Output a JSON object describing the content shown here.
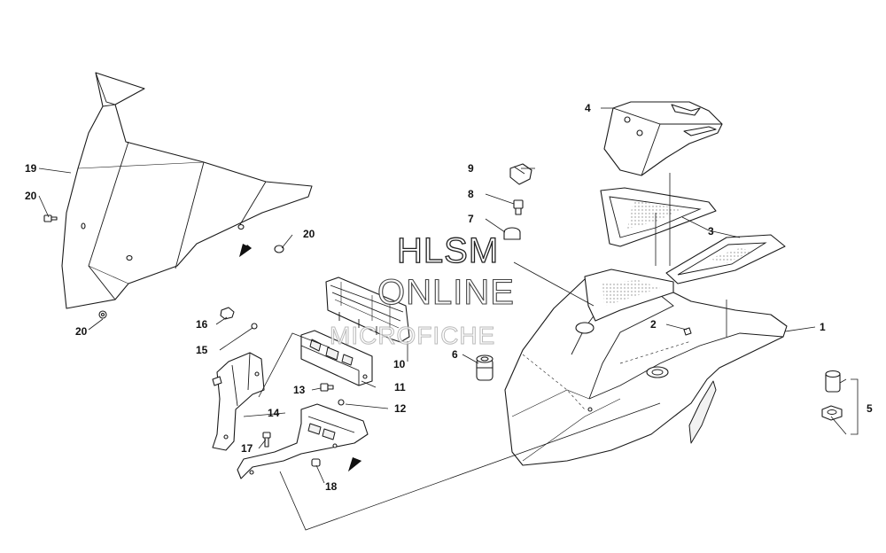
{
  "callouts": [
    {
      "id": "c1",
      "label": "1"
    },
    {
      "id": "c2",
      "label": "2"
    },
    {
      "id": "c3",
      "label": "3"
    },
    {
      "id": "c4",
      "label": "4"
    },
    {
      "id": "c5",
      "label": "5"
    },
    {
      "id": "c6",
      "label": "6"
    },
    {
      "id": "c7",
      "label": "7"
    },
    {
      "id": "c8",
      "label": "8"
    },
    {
      "id": "c9",
      "label": "9"
    },
    {
      "id": "c10",
      "label": "10"
    },
    {
      "id": "c11",
      "label": "11"
    },
    {
      "id": "c12",
      "label": "12"
    },
    {
      "id": "c13",
      "label": "13"
    },
    {
      "id": "c14",
      "label": "14"
    },
    {
      "id": "c15",
      "label": "15"
    },
    {
      "id": "c16",
      "label": "16"
    },
    {
      "id": "c17",
      "label": "17"
    },
    {
      "id": "c18",
      "label": "18"
    },
    {
      "id": "c19",
      "label": "19"
    },
    {
      "id": "c20a",
      "label": "20"
    },
    {
      "id": "c20b",
      "label": "20"
    },
    {
      "id": "c20c",
      "label": "20"
    }
  ],
  "watermark": {
    "line1": "HLSM",
    "line2": "ONLINE",
    "line3": "MICROFICHE"
  }
}
